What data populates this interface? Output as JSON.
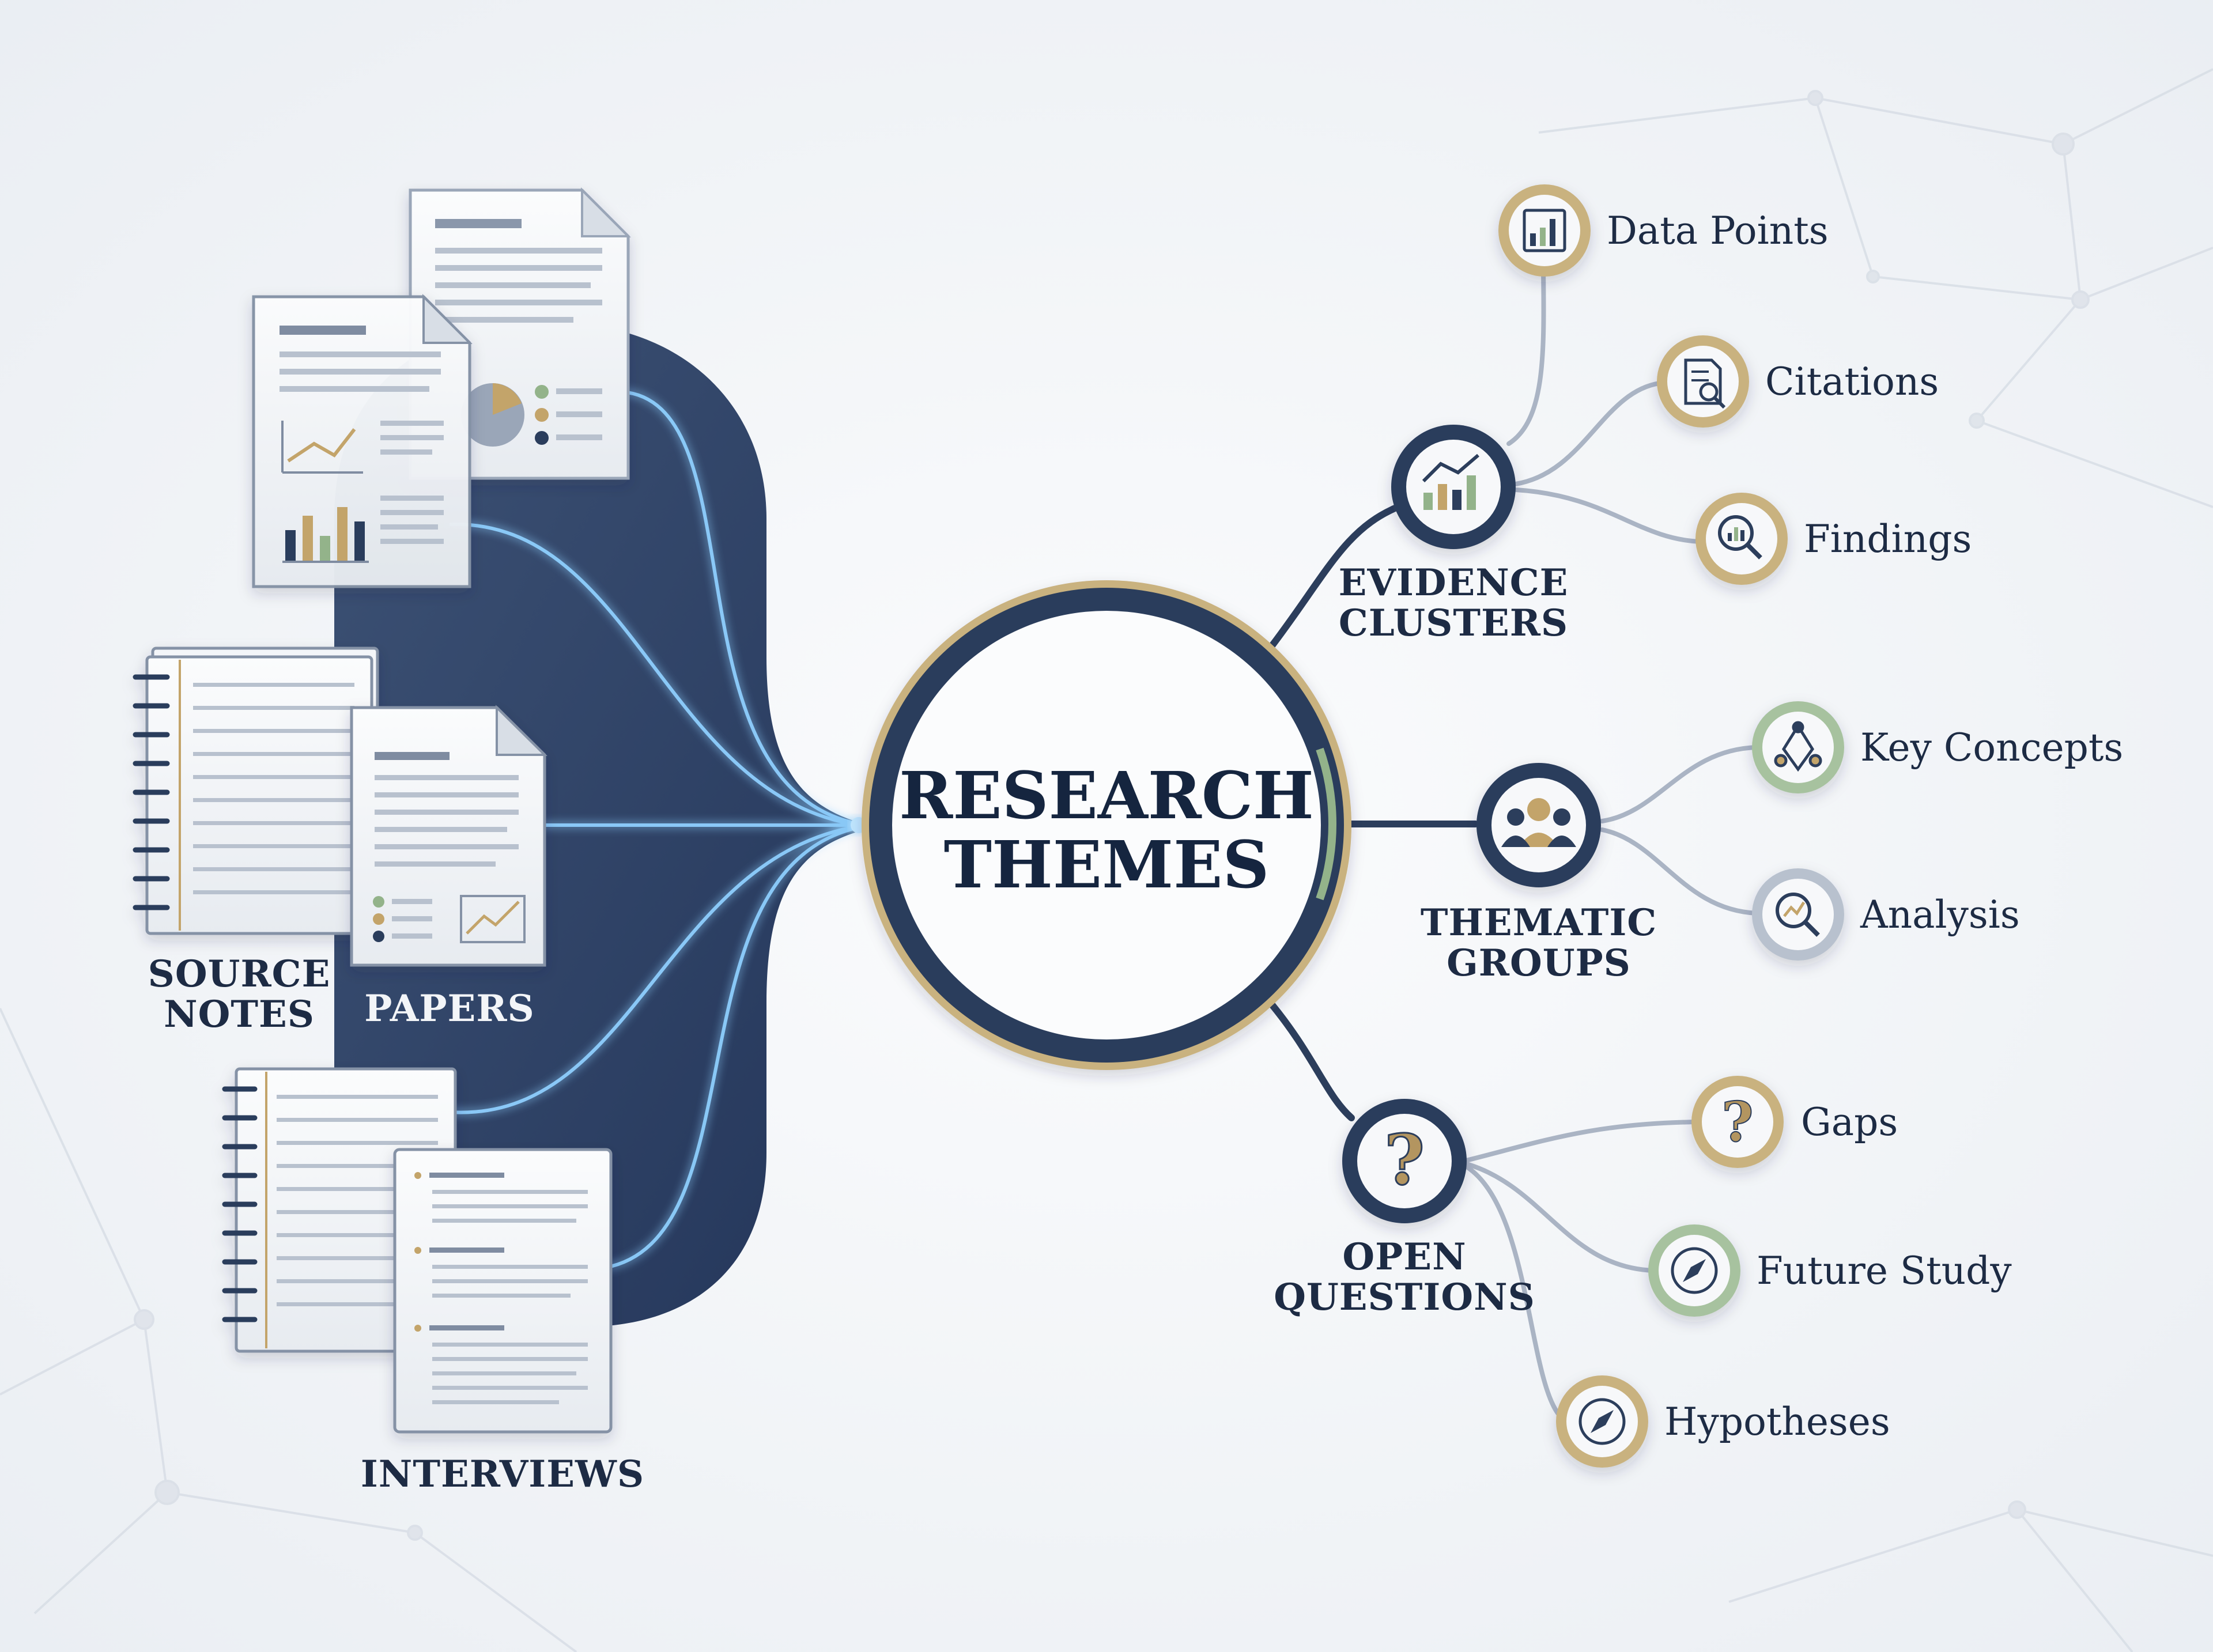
{
  "center": {
    "line1": "RESEARCH",
    "line2": "THEMES"
  },
  "sources": [
    {
      "line1": "SOURCE",
      "line2": "NOTES"
    },
    {
      "line1": "PAPERS"
    },
    {
      "line1": "INTERVIEWS"
    }
  ],
  "hubs": [
    {
      "line1": "EVIDENCE",
      "line2": "CLUSTERS",
      "icon": "bar-chart-trend-icon",
      "leaves": [
        {
          "label": "Data Points",
          "icon": "bar-chart-icon"
        },
        {
          "label": "Citations",
          "icon": "document-search-icon"
        },
        {
          "label": "Findings",
          "icon": "magnifier-chart-icon"
        }
      ]
    },
    {
      "line1": "THEMATIC",
      "line2": "GROUPS",
      "icon": "people-group-icon",
      "leaves": [
        {
          "label": "Key Concepts",
          "icon": "concepts-icon"
        },
        {
          "label": "Analysis",
          "icon": "magnifier-trend-icon"
        }
      ]
    },
    {
      "line1": "OPEN",
      "line2": "QUESTIONS",
      "icon": "question-mark-icon",
      "leaves": [
        {
          "label": "Gaps",
          "icon": "question-mark-icon"
        },
        {
          "label": "Future Study",
          "icon": "compass-icon"
        },
        {
          "label": "Hypotheses",
          "icon": "compass-icon"
        }
      ]
    }
  ],
  "colors": {
    "navy": "#2c3e5c",
    "dark_navy": "#15253f",
    "gold": "#c3a46a",
    "sage": "#93b38a",
    "connector": "#aab4c4",
    "glow": "#8fd0ff",
    "paper": "#f7f8fa"
  }
}
